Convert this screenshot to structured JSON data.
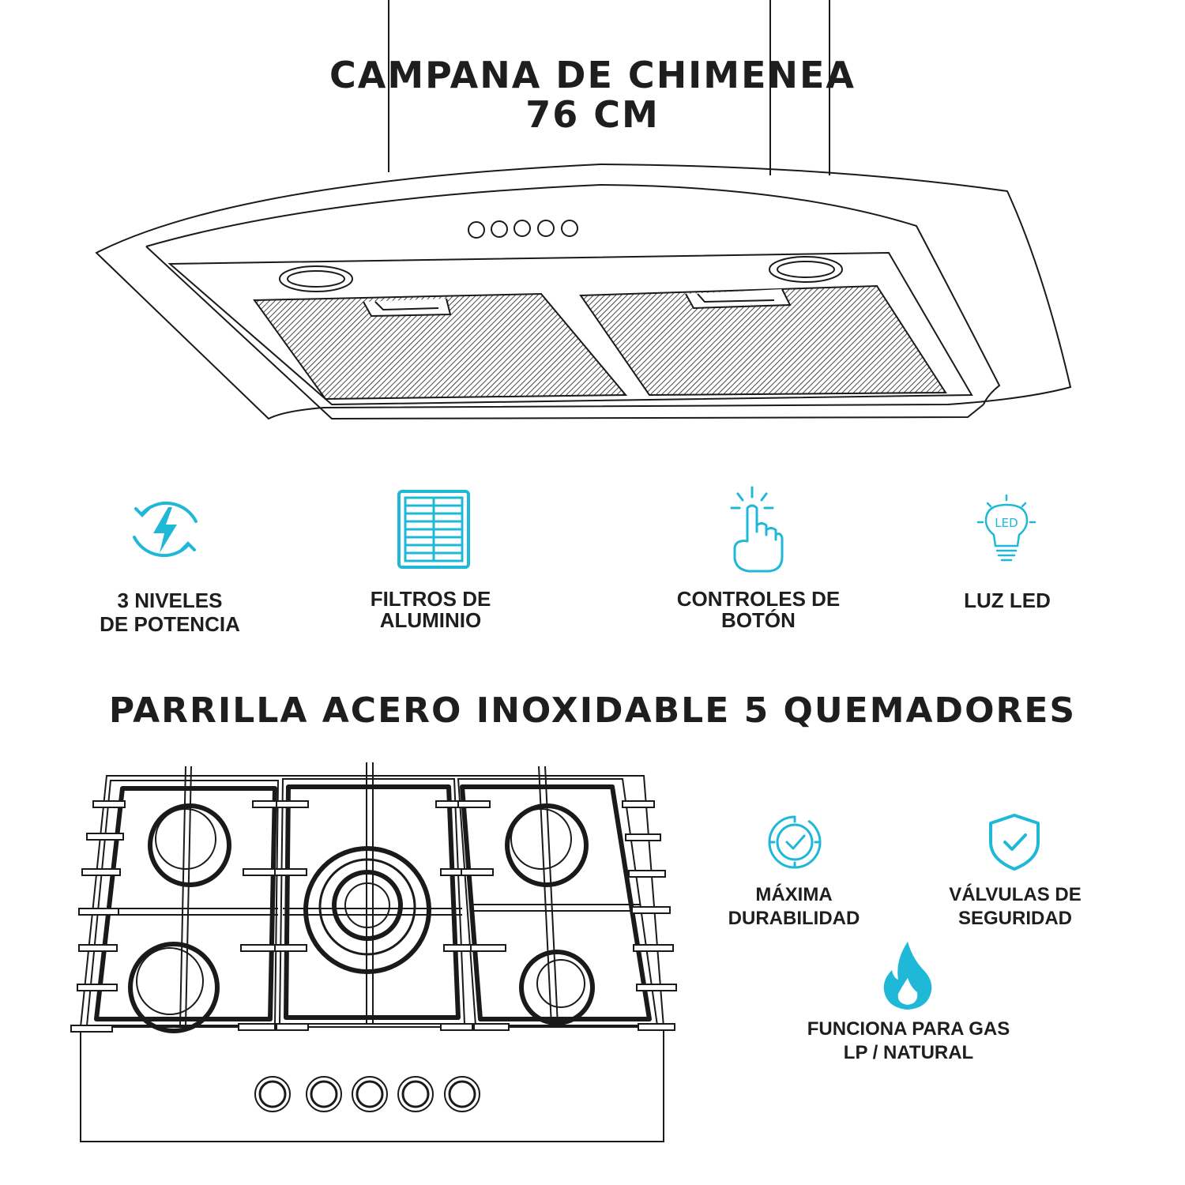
{
  "hood": {
    "title_line1": "CAMPANA DE CHIMENEA",
    "title_line2": "76 CM"
  },
  "hood_features": [
    {
      "line1": "3 NIVELES",
      "line2": "DE POTENCIA",
      "icon": "energy-cycle-icon"
    },
    {
      "line1": "FILTROS DE",
      "line2": "ALUMINIO",
      "icon": "filter-grid-icon"
    },
    {
      "line1": "CONTROLES DE",
      "line2": "BOTÓN",
      "icon": "touch-hand-icon"
    },
    {
      "line1": "LUZ LED",
      "line2": "",
      "icon": "led-bulb-icon"
    }
  ],
  "cooktop": {
    "title": "PARRILLA ACERO INOXIDABLE 5 QUEMADORES"
  },
  "cooktop_features": [
    {
      "line1": "MÁXIMA",
      "line2": "DURABILIDAD",
      "icon": "clock-check-icon"
    },
    {
      "line1": "VÁLVULAS DE",
      "line2": "SEGURIDAD",
      "icon": "shield-check-icon"
    },
    {
      "line1": "FUNCIONA PARA GAS",
      "line2": "LP / NATURAL",
      "icon": "flame-icon"
    }
  ],
  "colors": {
    "accent": "#1fb8d6",
    "text": "#1e1e1e",
    "line": "#1a1a1a"
  }
}
